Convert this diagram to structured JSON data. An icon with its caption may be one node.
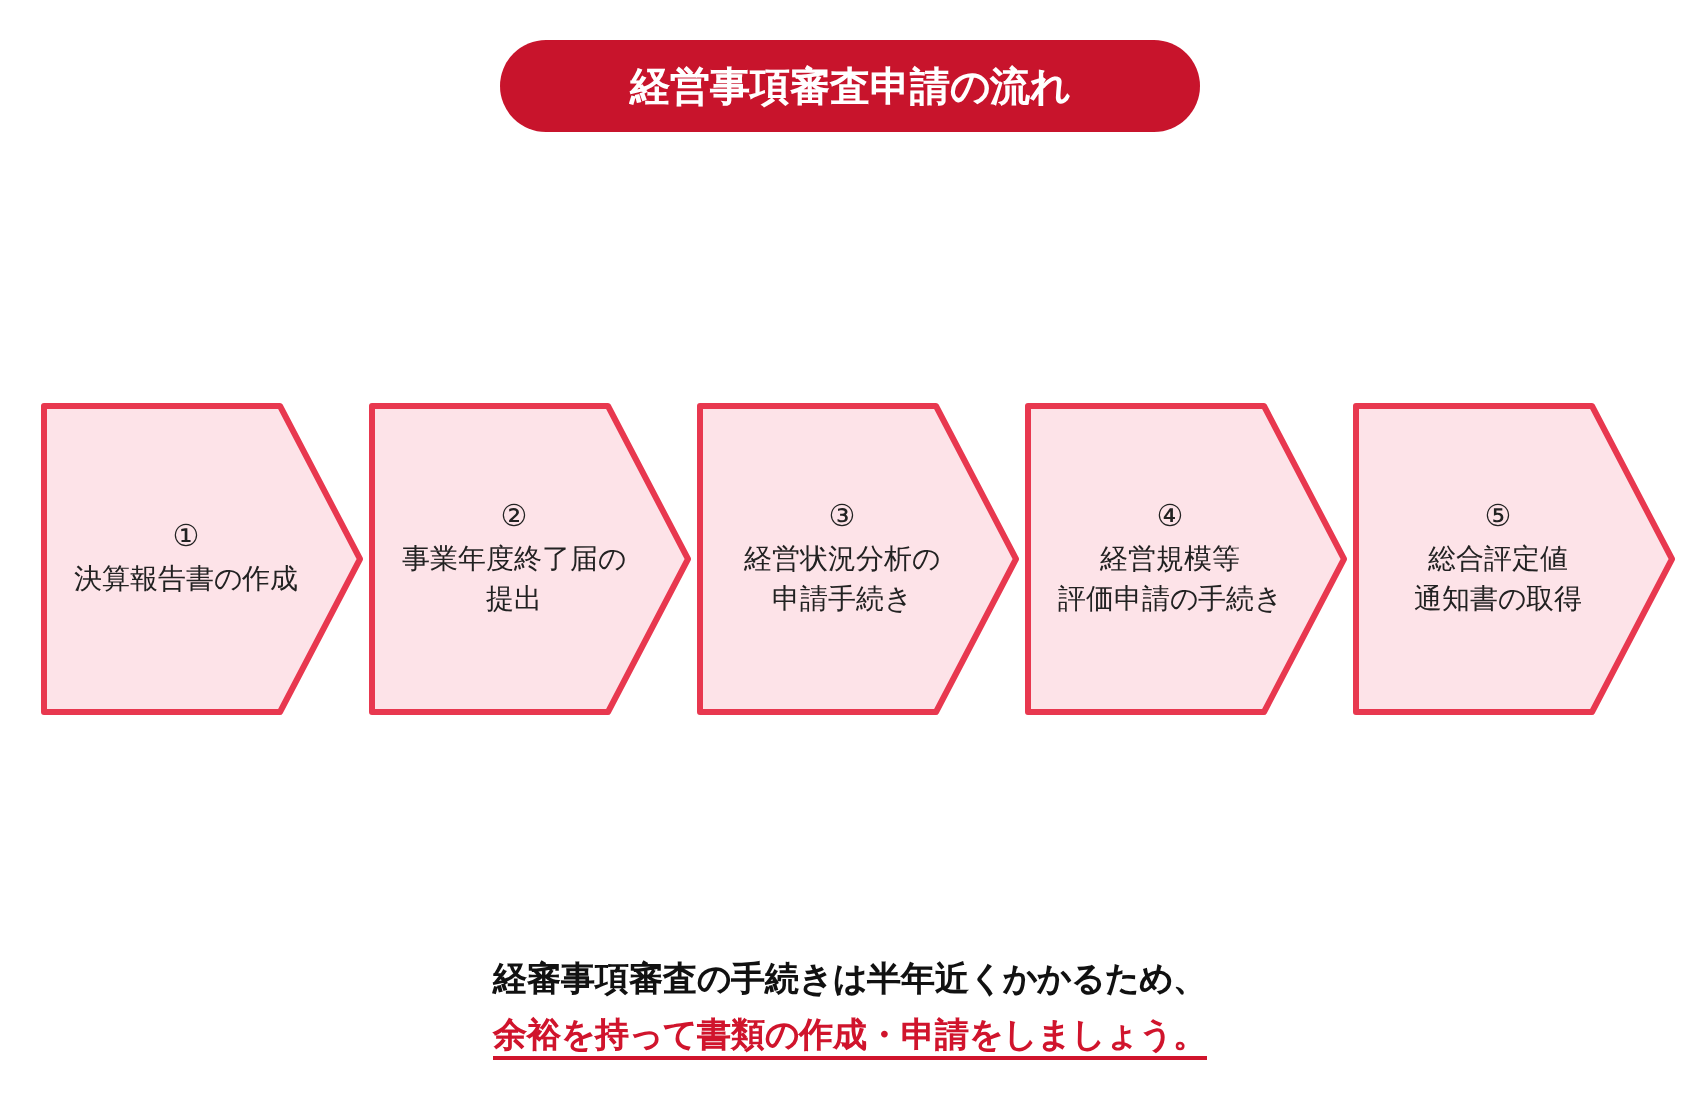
{
  "diagram": {
    "title": "経営事項審査申請の流れ",
    "nodes": [
      {
        "text": [
          "①",
          "決算報告書の作成"
        ]
      },
      {
        "text": [
          "②",
          "事業年度終了届の提出"
        ]
      },
      {
        "text": [
          "③",
          "経営状況分析の申請手続き"
        ]
      },
      {
        "text": [
          "④",
          "経営規模等評価申請の手続き"
        ]
      },
      {
        "text": [
          "⑤",
          "総合評定値通知書の取得"
        ]
      }
    ],
    "labels": [
      "経審事項審査の手続きは半年近くかかるため、",
      "余裕を持って書類の作成・申請をしましょう。"
    ]
  }
}
